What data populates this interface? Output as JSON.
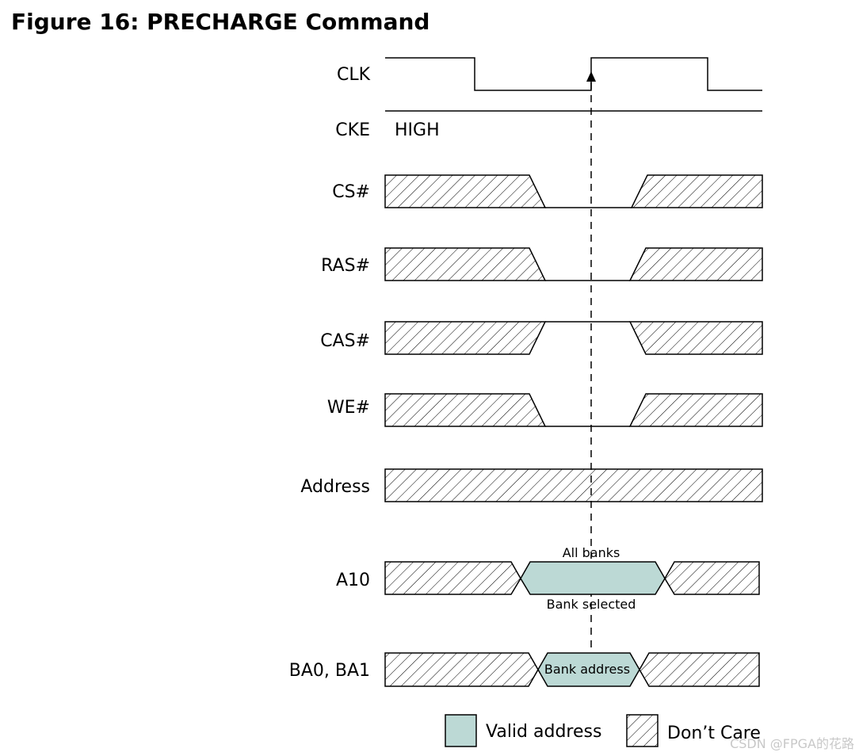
{
  "figure": {
    "title": "Figure 16: PRECHARGE Command"
  },
  "signals": {
    "clk": "CLK",
    "cke": "CKE",
    "cke_state": "HIGH",
    "cs": "CS#",
    "ras": "RAS#",
    "cas": "CAS#",
    "we": "WE#",
    "address": "Address",
    "a10": "A10",
    "ba": "BA0, BA1"
  },
  "annotations": {
    "a10_above": "All banks",
    "a10_below": "Bank selected",
    "ba_value": "Bank address"
  },
  "legend": {
    "valid": "Valid address",
    "dont_care": "Don’t Care"
  },
  "watermark": "CSDN @FPGA的花路",
  "colors": {
    "valid_fill": "#bcd9d5",
    "line": "#000000",
    "background": "#ffffff"
  }
}
